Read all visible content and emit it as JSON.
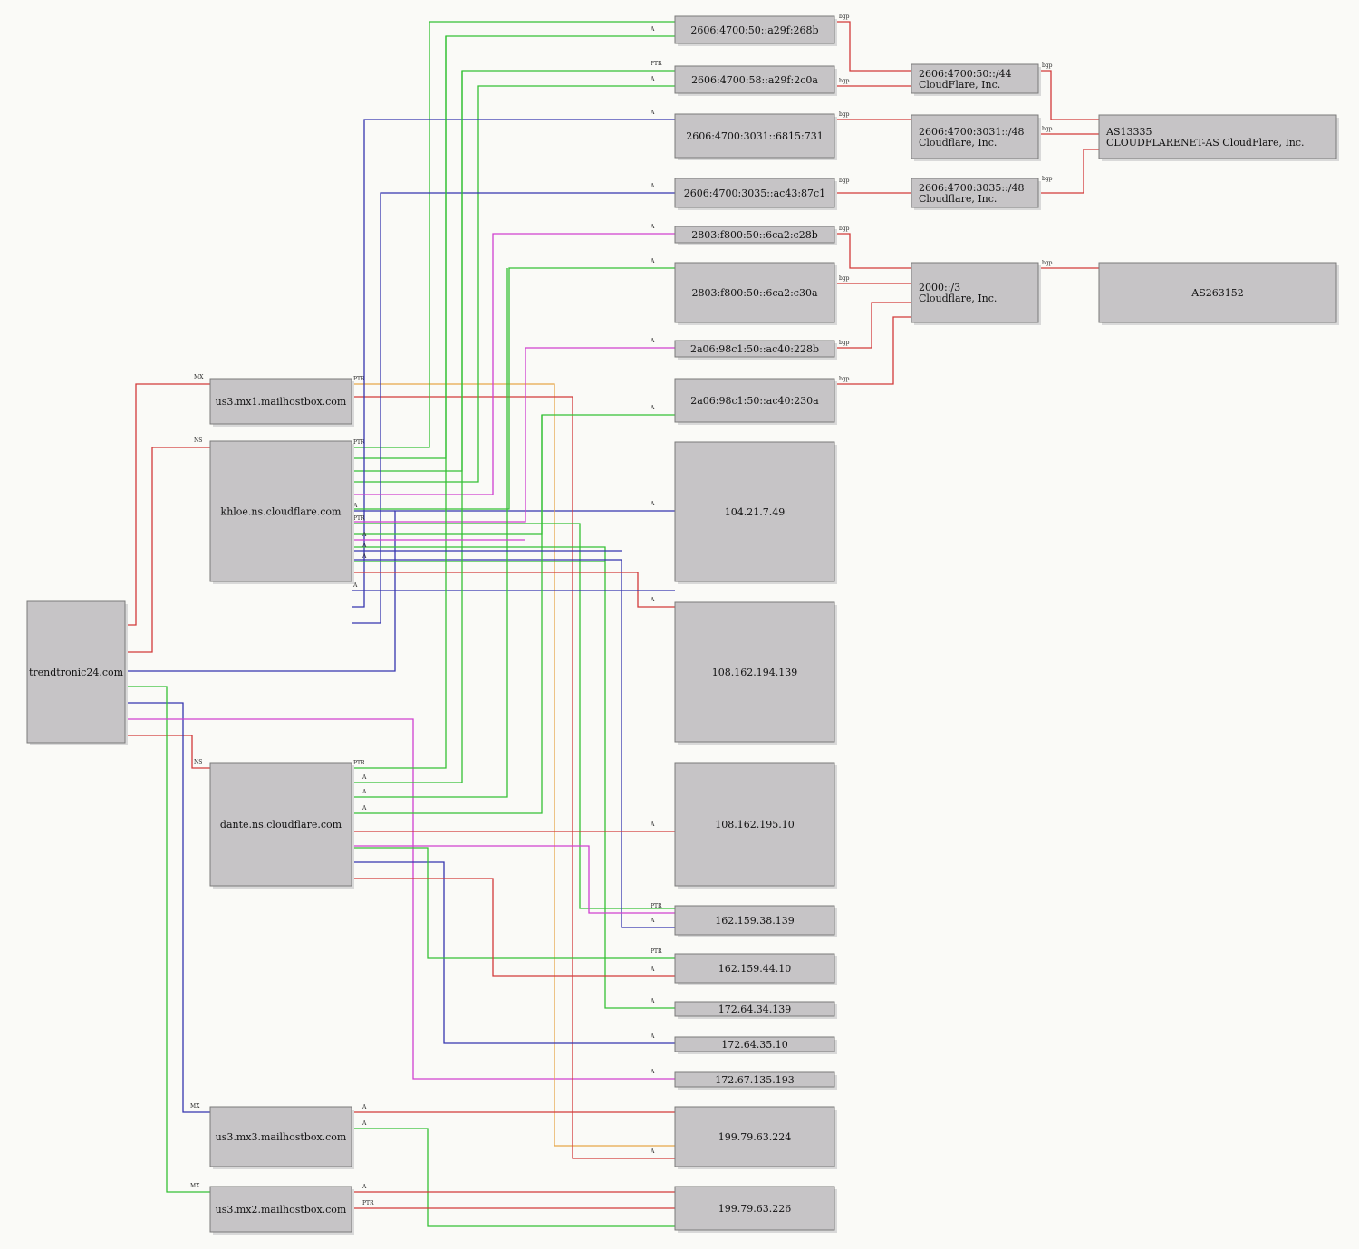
{
  "colors": {
    "red": "#d23a3a",
    "green": "#35c135",
    "blue": "#3535b0",
    "magenta": "#d040d0",
    "orange": "#e6a64a",
    "node_fill": "#c6c4c6",
    "node_border": "#7a7a7a",
    "background": "#fafaf7"
  },
  "nodes": [
    {
      "id": "root",
      "lines": [
        "trendtronic24.com"
      ]
    },
    {
      "id": "mx1",
      "lines": [
        "us3.mx1.mailhostbox.com"
      ]
    },
    {
      "id": "khloe",
      "lines": [
        "khloe.ns.cloudflare.com"
      ]
    },
    {
      "id": "dante",
      "lines": [
        "dante.ns.cloudflare.com"
      ]
    },
    {
      "id": "mx3",
      "lines": [
        "us3.mx3.mailhostbox.com"
      ]
    },
    {
      "id": "mx2",
      "lines": [
        "us3.mx2.mailhostbox.com"
      ]
    },
    {
      "id": "ip6a",
      "lines": [
        "2606:4700:50::a29f:268b"
      ]
    },
    {
      "id": "ip6b",
      "lines": [
        "2606:4700:58::a29f:2c0a"
      ]
    },
    {
      "id": "ip6c",
      "lines": [
        "2606:4700:3031::6815:731"
      ]
    },
    {
      "id": "ip6d",
      "lines": [
        "2606:4700:3035::ac43:87c1"
      ]
    },
    {
      "id": "ip6e",
      "lines": [
        "2803:f800:50::6ca2:c28b"
      ]
    },
    {
      "id": "ip6f",
      "lines": [
        "2803:f800:50::6ca2:c30a"
      ]
    },
    {
      "id": "ip6g",
      "lines": [
        "2a06:98c1:50::ac40:228b"
      ]
    },
    {
      "id": "ip6h",
      "lines": [
        "2a06:98c1:50::ac40:230a"
      ]
    },
    {
      "id": "ip4a",
      "lines": [
        "104.21.7.49"
      ]
    },
    {
      "id": "ip4b",
      "lines": [
        "108.162.194.139"
      ]
    },
    {
      "id": "ip4c",
      "lines": [
        "108.162.195.10"
      ]
    },
    {
      "id": "ip4d",
      "lines": [
        "162.159.38.139"
      ]
    },
    {
      "id": "ip4e",
      "lines": [
        "162.159.44.10"
      ]
    },
    {
      "id": "ip4f",
      "lines": [
        "172.64.34.139"
      ]
    },
    {
      "id": "ip4g",
      "lines": [
        "172.64.35.10"
      ]
    },
    {
      "id": "ip4h",
      "lines": [
        "172.67.135.193"
      ]
    },
    {
      "id": "ip4i",
      "lines": [
        "199.79.63.224"
      ]
    },
    {
      "id": "ip4j",
      "lines": [
        "199.79.63.226"
      ]
    },
    {
      "id": "pfx1",
      "lines": [
        "2606:4700:50::/44",
        "CloudFlare, Inc."
      ]
    },
    {
      "id": "pfx2",
      "lines": [
        "2606:4700:3031::/48",
        "Cloudflare, Inc."
      ]
    },
    {
      "id": "pfx3",
      "lines": [
        "2606:4700:3035::/48",
        "Cloudflare, Inc."
      ]
    },
    {
      "id": "pfx4",
      "lines": [
        "2000::/3",
        "Cloudflare, Inc."
      ]
    },
    {
      "id": "as1",
      "lines": [
        "AS13335",
        "CLOUDFLARENET-AS CloudFlare, Inc."
      ]
    },
    {
      "id": "as2",
      "lines": [
        "AS263152"
      ]
    }
  ],
  "edges": [
    {
      "label": "MX",
      "color": "red"
    },
    {
      "label": "NS",
      "color": "red"
    },
    {
      "label": "NS",
      "color": "red"
    },
    {
      "label": "MX",
      "color": "blue"
    },
    {
      "label": "MX",
      "color": "green"
    },
    {
      "label": "A",
      "color": "blue"
    },
    {
      "label": "A",
      "color": "magenta"
    },
    {
      "label": "PTR",
      "color": "orange"
    },
    {
      "label": "A",
      "color": "red"
    },
    {
      "label": "PTR",
      "color": "green"
    },
    {
      "label": "A",
      "color": "green"
    },
    {
      "label": "PTR",
      "color": "green"
    },
    {
      "label": "A",
      "color": "green"
    },
    {
      "label": "A",
      "color": "blue"
    },
    {
      "label": "A",
      "color": "blue"
    },
    {
      "label": "A",
      "color": "magenta"
    },
    {
      "label": "A",
      "color": "green"
    },
    {
      "label": "A",
      "color": "magenta"
    },
    {
      "label": "A",
      "color": "green"
    },
    {
      "label": "A",
      "color": "blue"
    },
    {
      "label": "PTR",
      "color": "green"
    },
    {
      "label": "A",
      "color": "green"
    },
    {
      "label": "A",
      "color": "blue"
    },
    {
      "label": "A",
      "color": "red"
    },
    {
      "label": "A",
      "color": "blue"
    },
    {
      "label": "PTR",
      "color": "green"
    },
    {
      "label": "A",
      "color": "green"
    },
    {
      "label": "A",
      "color": "green"
    },
    {
      "label": "A",
      "color": "green"
    },
    {
      "label": "A",
      "color": "red"
    },
    {
      "label": "PTR",
      "color": "magenta"
    },
    {
      "label": "A",
      "color": "blue"
    },
    {
      "label": "PTR",
      "color": "green"
    },
    {
      "label": "A",
      "color": "red"
    },
    {
      "label": "A",
      "color": "green"
    },
    {
      "label": "A",
      "color": "blue"
    },
    {
      "label": "A",
      "color": "magenta"
    },
    {
      "label": "A",
      "color": "red"
    },
    {
      "label": "A",
      "color": "green"
    },
    {
      "label": "A",
      "color": "red"
    },
    {
      "label": "PTR",
      "color": "red"
    },
    {
      "label": "bgp",
      "color": "red"
    },
    {
      "label": "bgp",
      "color": "red"
    },
    {
      "label": "bgp",
      "color": "red"
    },
    {
      "label": "bgp",
      "color": "red"
    },
    {
      "label": "bgp",
      "color": "red"
    },
    {
      "label": "bgp",
      "color": "red"
    },
    {
      "label": "bgp",
      "color": "red"
    },
    {
      "label": "bgp",
      "color": "red"
    },
    {
      "label": "bgp",
      "color": "red"
    },
    {
      "label": "bgp",
      "color": "red"
    },
    {
      "label": "bgp",
      "color": "red"
    },
    {
      "label": "bgp",
      "color": "red"
    }
  ]
}
